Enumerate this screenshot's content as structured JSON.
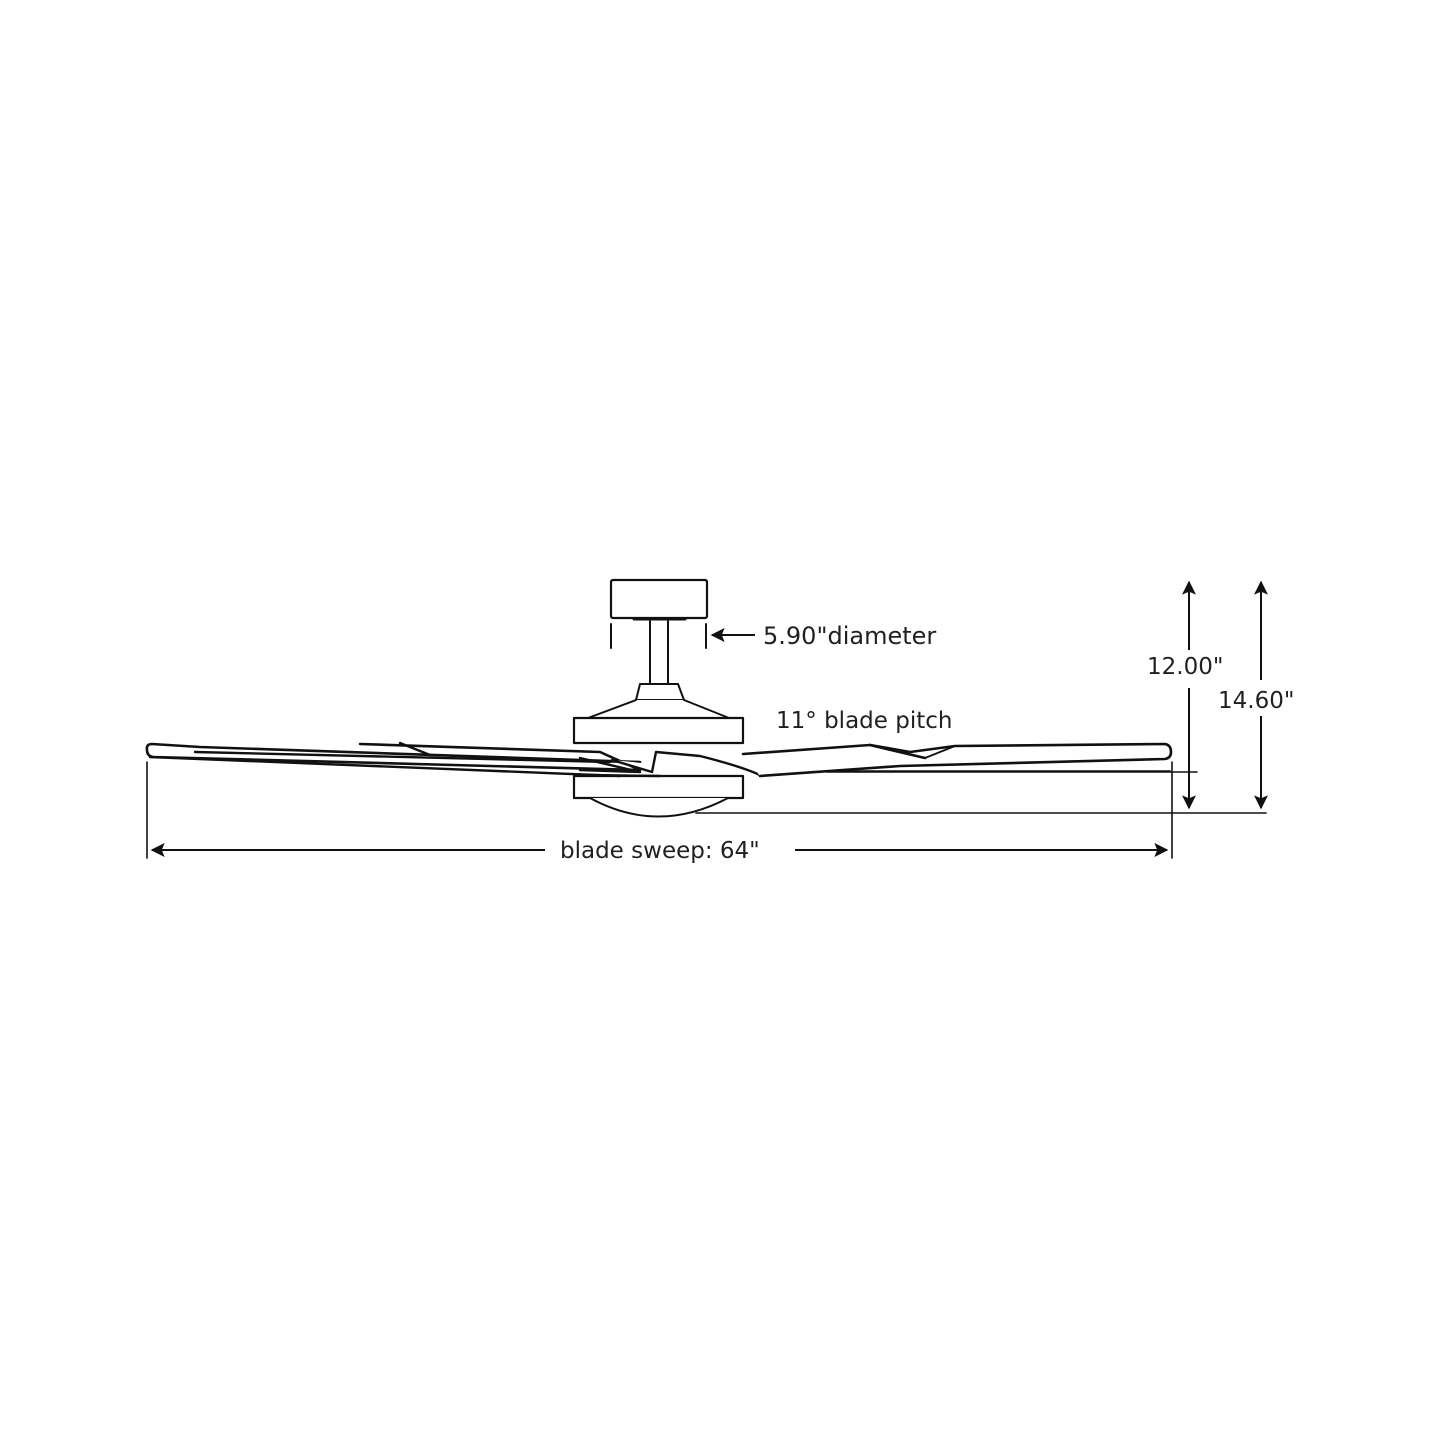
{
  "diagram": {
    "type": "ceiling-fan-side-elevation",
    "colors": {
      "line": "#111111",
      "text": "#231f20",
      "background": "#ffffff"
    },
    "labels": {
      "canopy_diameter": "5.90\"diameter",
      "blade_pitch": "11° blade pitch",
      "height_short": "12.00\"",
      "height_tall": "14.60\"",
      "blade_sweep": "blade sweep: 64\""
    },
    "dimensions": {
      "canopy_diameter_in": 5.9,
      "blade_pitch_deg": 11,
      "ceiling_to_blade_in": 12.0,
      "ceiling_to_bottom_in": 14.6,
      "blade_sweep_in": 64
    }
  }
}
